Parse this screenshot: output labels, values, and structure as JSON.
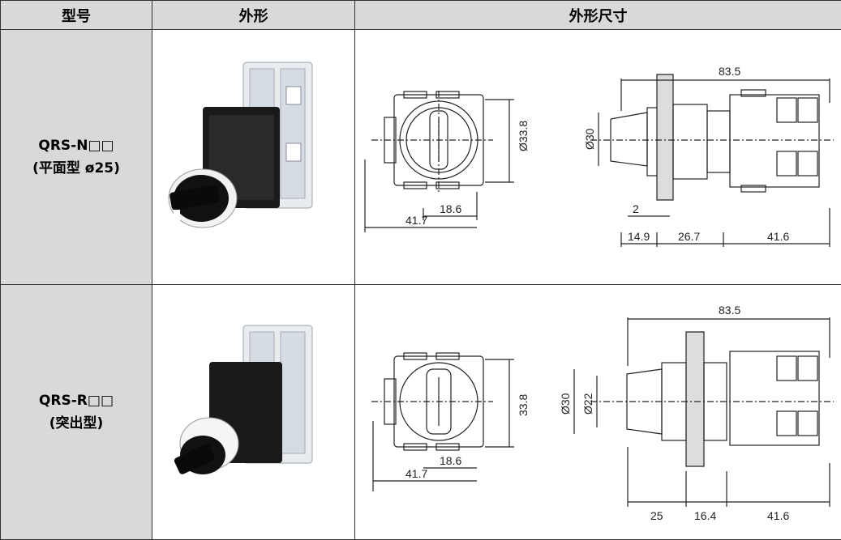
{
  "headers": {
    "model": "型号",
    "appearance": "外形",
    "dimensions": "外形尺寸"
  },
  "rows": [
    {
      "model_line1": "QRS-N□□",
      "model_line2": "(平面型 ø25)",
      "dims": {
        "top_total": "83.5",
        "dia_right": "Ø33.8",
        "dia_left": "Ø30",
        "w1": "18.6",
        "w2": "41.7",
        "thick": "2",
        "seg1": "14.9",
        "seg2": "26.7",
        "seg3": "41.6"
      }
    },
    {
      "model_line1": "QRS-R□□",
      "model_line2": "(突出型)",
      "dims": {
        "top_total": "83.5",
        "dia_right": "33.8",
        "dia_left": "Ø30",
        "dia_inner": "Ø22",
        "w1": "18.6",
        "w2": "41.7",
        "seg1": "25",
        "seg2": "16.4",
        "seg3": "41.6"
      }
    }
  ]
}
